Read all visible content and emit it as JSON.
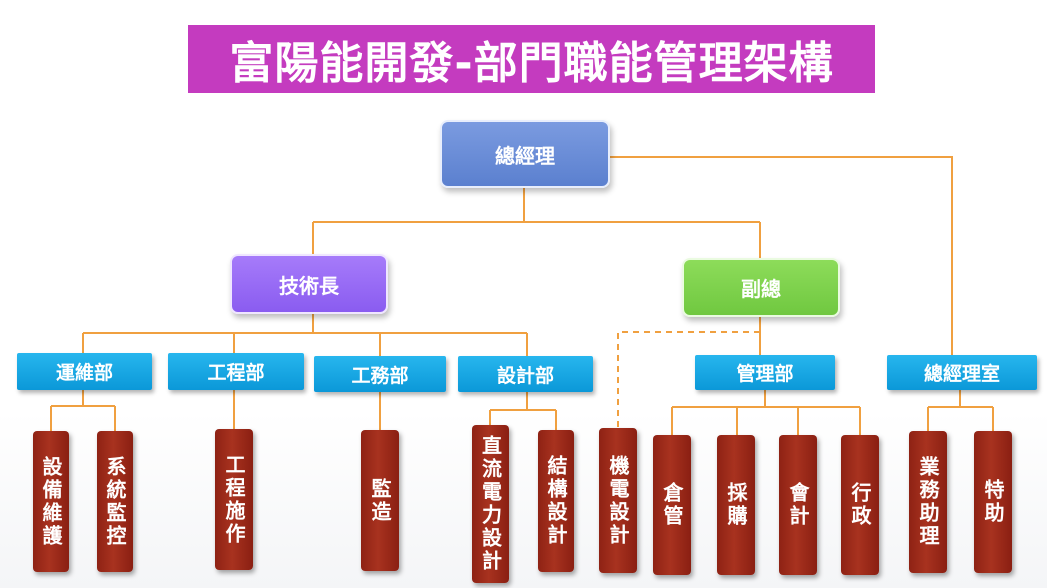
{
  "title": "富陽能開發-部門職能管理架構",
  "top": {
    "gm": "總經理"
  },
  "level2": {
    "cto": "技術長",
    "vp": "副總"
  },
  "departments": {
    "ops": "運維部",
    "eng": "工程部",
    "works": "工務部",
    "design": "設計部",
    "mgmt": "管理部",
    "gmoffice": "總經理室"
  },
  "functions": {
    "ops": [
      "設備維護",
      "系統監控"
    ],
    "eng": [
      "工程施作"
    ],
    "works": [
      "監造"
    ],
    "design": [
      "直流電力設計",
      "結構設計"
    ],
    "mep": "機電設計",
    "mgmt": [
      "倉管",
      "採購",
      "會計",
      "行政"
    ],
    "gmoffice": [
      "業務助理",
      "特助"
    ]
  },
  "colors": {
    "title_bg": "#c43bbf",
    "gm": "#6a8fd8",
    "cto": "#9b6cf7",
    "vp": "#7fd24e",
    "dept": "#12a6e3",
    "function": "#9a2a1a",
    "connector": "#f0a040"
  }
}
